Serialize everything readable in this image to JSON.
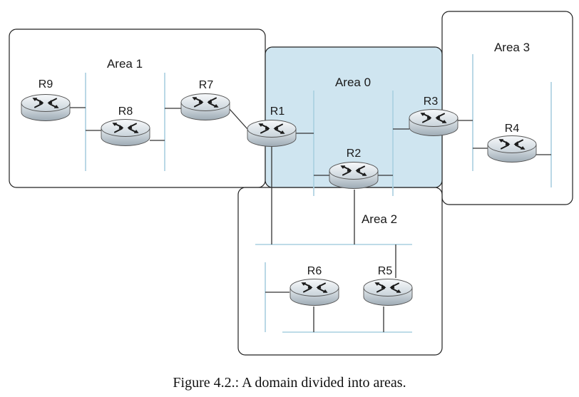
{
  "areas": [
    {
      "id": "area1",
      "label": "Area 1"
    },
    {
      "id": "area0",
      "label": "Area 0",
      "fill": "#cfe5f0"
    },
    {
      "id": "area3",
      "label": "Area 3"
    },
    {
      "id": "area2",
      "label": "Area 2"
    }
  ],
  "routers": [
    {
      "id": "r9",
      "label": "R9"
    },
    {
      "id": "r8",
      "label": "R8"
    },
    {
      "id": "r7",
      "label": "R7"
    },
    {
      "id": "r1",
      "label": "R1"
    },
    {
      "id": "r2",
      "label": "R2"
    },
    {
      "id": "r3",
      "label": "R3"
    },
    {
      "id": "r4",
      "label": "R4"
    },
    {
      "id": "r6",
      "label": "R6"
    },
    {
      "id": "r5",
      "label": "R5"
    }
  ],
  "colors": {
    "segment": "#a8cfe0",
    "link": "#333333",
    "router_body": "#d6dee4",
    "router_top": "#eef2f5",
    "router_arrow": "#1a1a1a",
    "area_border": "#222222"
  },
  "caption": "Figure 4.2.: A domain divided into areas."
}
